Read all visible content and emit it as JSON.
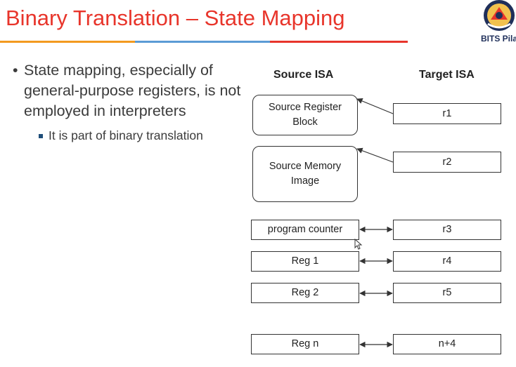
{
  "slide": {
    "title": "Binary Translation – State Mapping",
    "logo_text": "BITS Pila",
    "bullets": [
      {
        "text": "State mapping, especially of general-purpose registers, is not employed in interpreters",
        "sub": [
          "It is part of binary translation"
        ]
      }
    ]
  },
  "diagram": {
    "source_header": "Source ISA",
    "target_header": "Target ISA",
    "source_boxes": [
      "Source Register Block",
      "Source Memory Image",
      "program counter",
      "Reg 1",
      "Reg 2",
      "Reg n"
    ],
    "target_boxes": [
      "r1",
      "r2",
      "r3",
      "r4",
      "r5",
      "n+4"
    ]
  },
  "colors": {
    "title": "#e8352b",
    "rule_orange": "#f39a1f",
    "rule_blue": "#5b9bd5",
    "rule_red": "#e8352b"
  }
}
